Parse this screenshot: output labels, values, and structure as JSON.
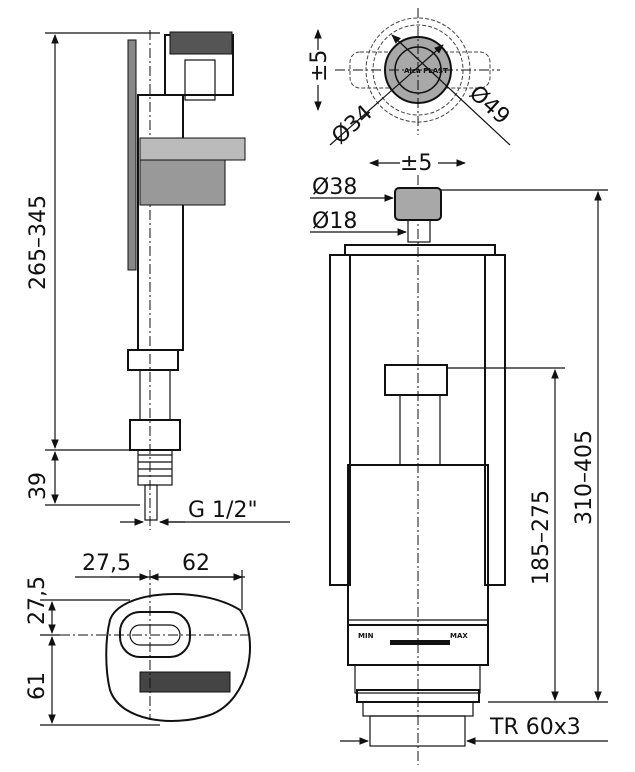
{
  "fill_valve": {
    "height_range": "265–345",
    "thread_height": "39",
    "thread": "G 1/2\""
  },
  "top_view": {
    "offset_a": "27,5",
    "width": "62",
    "offset_b": "27,5",
    "depth": "61"
  },
  "button_view": {
    "adjust": "±5",
    "inner_diameter": "Ø34",
    "outer_diameter": "Ø49",
    "logo": "Alca PLAST"
  },
  "flush_valve": {
    "adjust": "±5",
    "button_diameter": "Ø38",
    "rod_diameter": "Ø18",
    "overflow_height": "185–275",
    "total_height": "310–405",
    "thread": "TR 60x3",
    "scale_min": "MIN",
    "scale_max": "MAX"
  },
  "colors": {
    "part_gray": "#a8a8a8",
    "line": "#111111"
  }
}
